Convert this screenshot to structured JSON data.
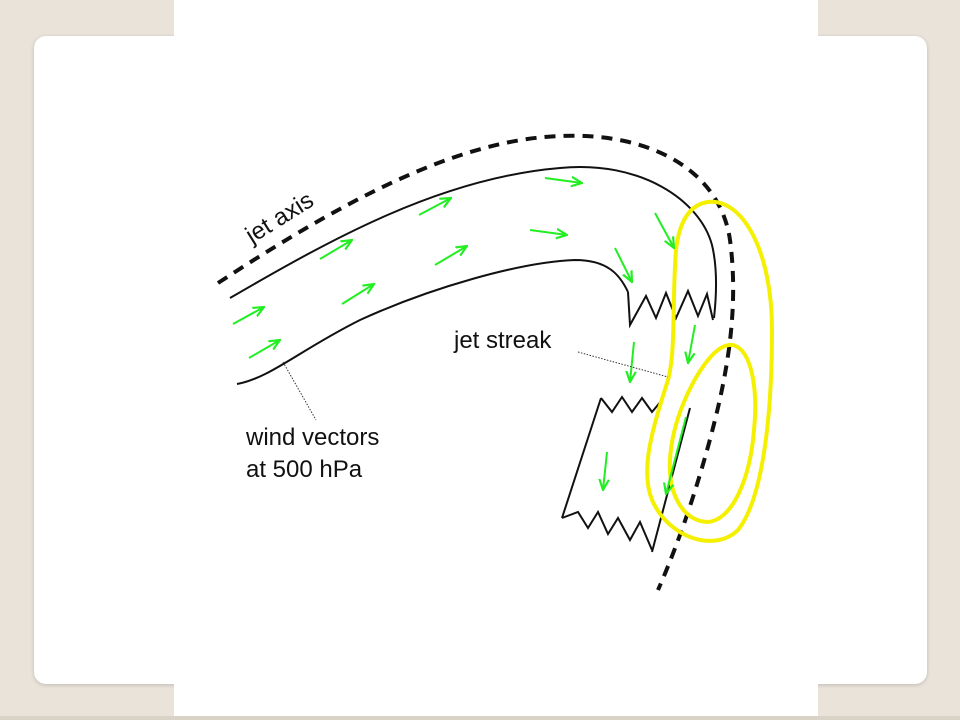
{
  "diagram": {
    "labels": {
      "jet_axis": "jet axis",
      "jet_streak": "jet streak",
      "wind_vectors_line1": "wind vectors",
      "wind_vectors_line2": "at 500 hPa"
    },
    "colors": {
      "background": "#e9e3da",
      "card": "#ffffff",
      "wind_vectors": "#22ee22",
      "jet_streak_outline": "#f5f000",
      "lines": "#111111"
    }
  }
}
